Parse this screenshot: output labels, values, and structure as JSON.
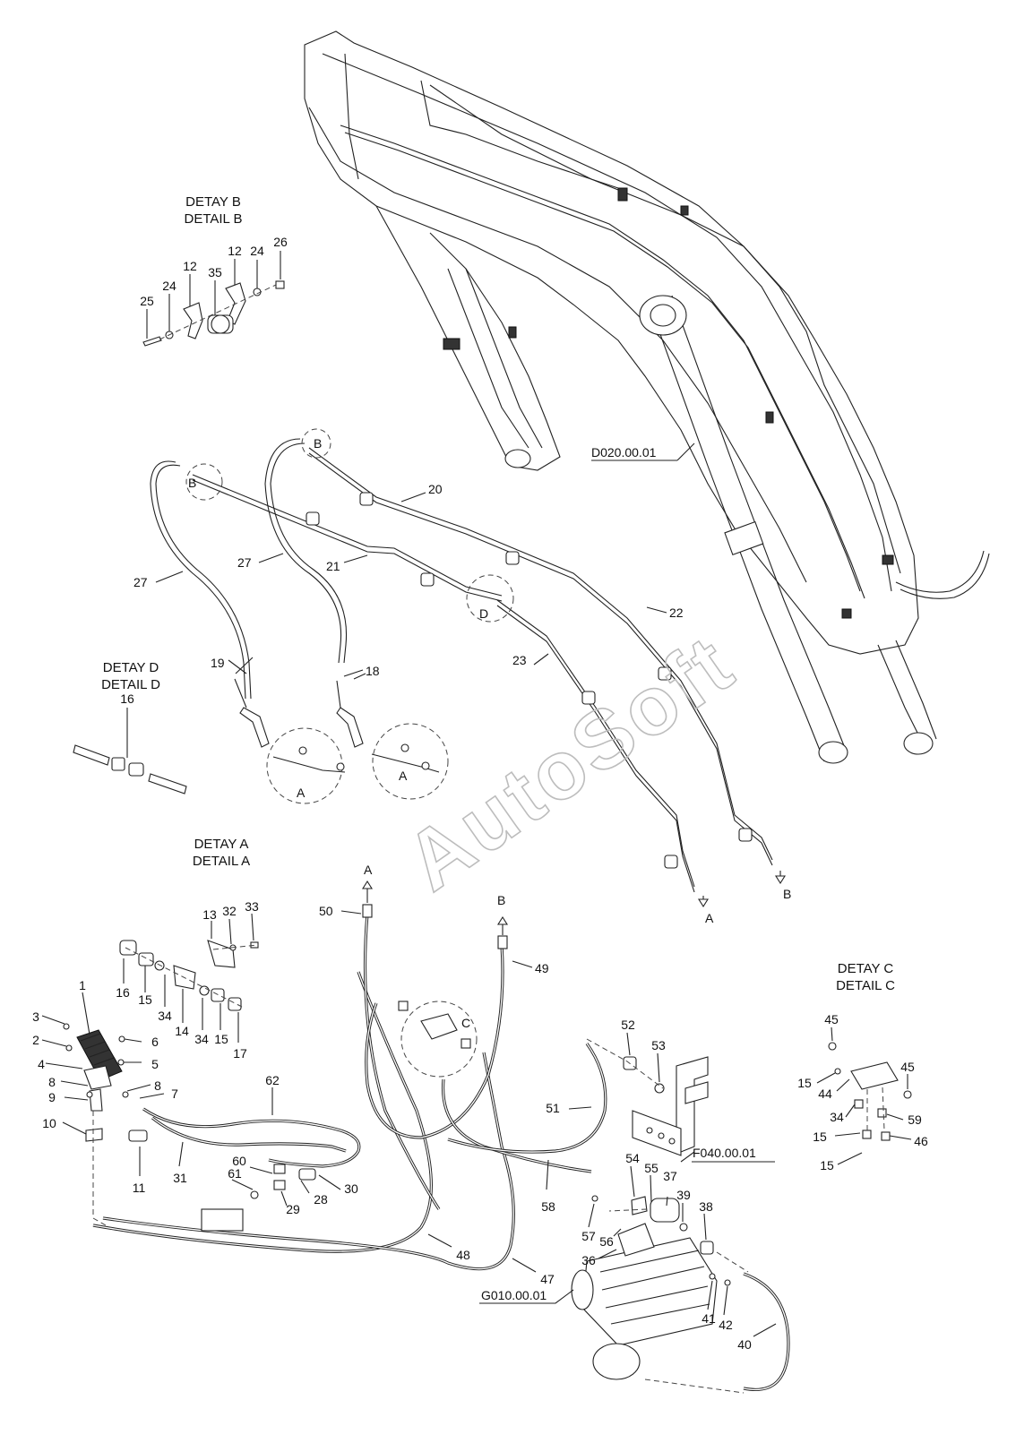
{
  "watermark": "AutoSoft",
  "details": {
    "b": {
      "line1": "DETAY B",
      "line2": "DETAIL B"
    },
    "d": {
      "line1": "DETAY D",
      "line2": "DETAIL D"
    },
    "a": {
      "line1": "DETAY A",
      "line2": "DETAIL A"
    },
    "c": {
      "line1": "DETAY C",
      "line2": "DETAIL C"
    }
  },
  "references": {
    "boom": "D020.00.01",
    "valve": "F040.00.01",
    "pump": "G010.00.01"
  },
  "connectors": {
    "arrow_a": "A",
    "arrow_b": "B",
    "zoom_a": "A",
    "zoom_b": "B",
    "zoom_c": "C",
    "zoom_d": "D"
  },
  "part_numbers": {
    "detail_b": [
      "12",
      "12",
      "24",
      "26",
      "35",
      "24",
      "25"
    ],
    "hoses": [
      "20",
      "21",
      "22",
      "23",
      "27",
      "27",
      "18",
      "19"
    ],
    "detail_d": [
      "16"
    ],
    "detail_a": [
      "13",
      "32",
      "33",
      "16",
      "15",
      "14",
      "34",
      "34",
      "15",
      "17"
    ],
    "pedal": [
      "1",
      "3",
      "2",
      "4",
      "6",
      "5",
      "8",
      "8",
      "9",
      "7",
      "10",
      "11"
    ],
    "lower": [
      "50",
      "49",
      "62",
      "31",
      "60",
      "61",
      "28",
      "29",
      "30",
      "51",
      "58",
      "48",
      "47"
    ],
    "valve": [
      "52",
      "53"
    ],
    "pump": [
      "54",
      "55",
      "37",
      "39",
      "38",
      "57",
      "56",
      "36",
      "41",
      "42",
      "40"
    ],
    "detail_c": [
      "45",
      "45",
      "15",
      "44",
      "34",
      "59",
      "15",
      "46",
      "15"
    ]
  }
}
